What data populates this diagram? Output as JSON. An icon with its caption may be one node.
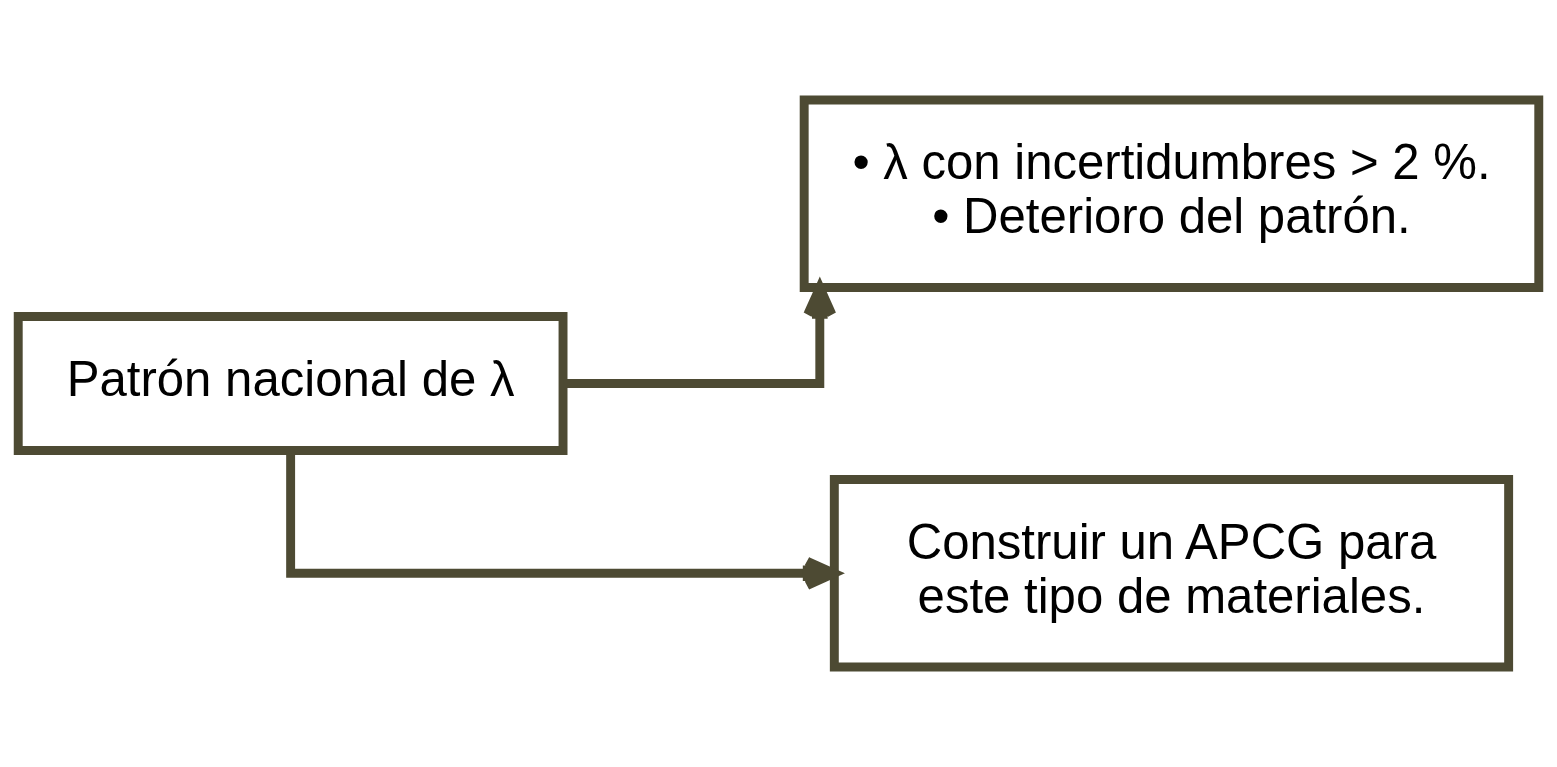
{
  "diagram": {
    "nodes": [
      {
        "text": [
          "Patrón nacional de λ"
        ]
      },
      {
        "text": [
          "• λ con incertidumbres > 2 %.",
          "• Deterioro del patrón."
        ]
      },
      {
        "text": [
          "Construir un APCG para este tipo de materiales."
        ]
      }
    ],
    "edges": [
      {
        "from": 0,
        "to": 1,
        "arrow": "to"
      },
      {
        "from": 0,
        "to": 2,
        "arrow": "to"
      }
    ]
  }
}
